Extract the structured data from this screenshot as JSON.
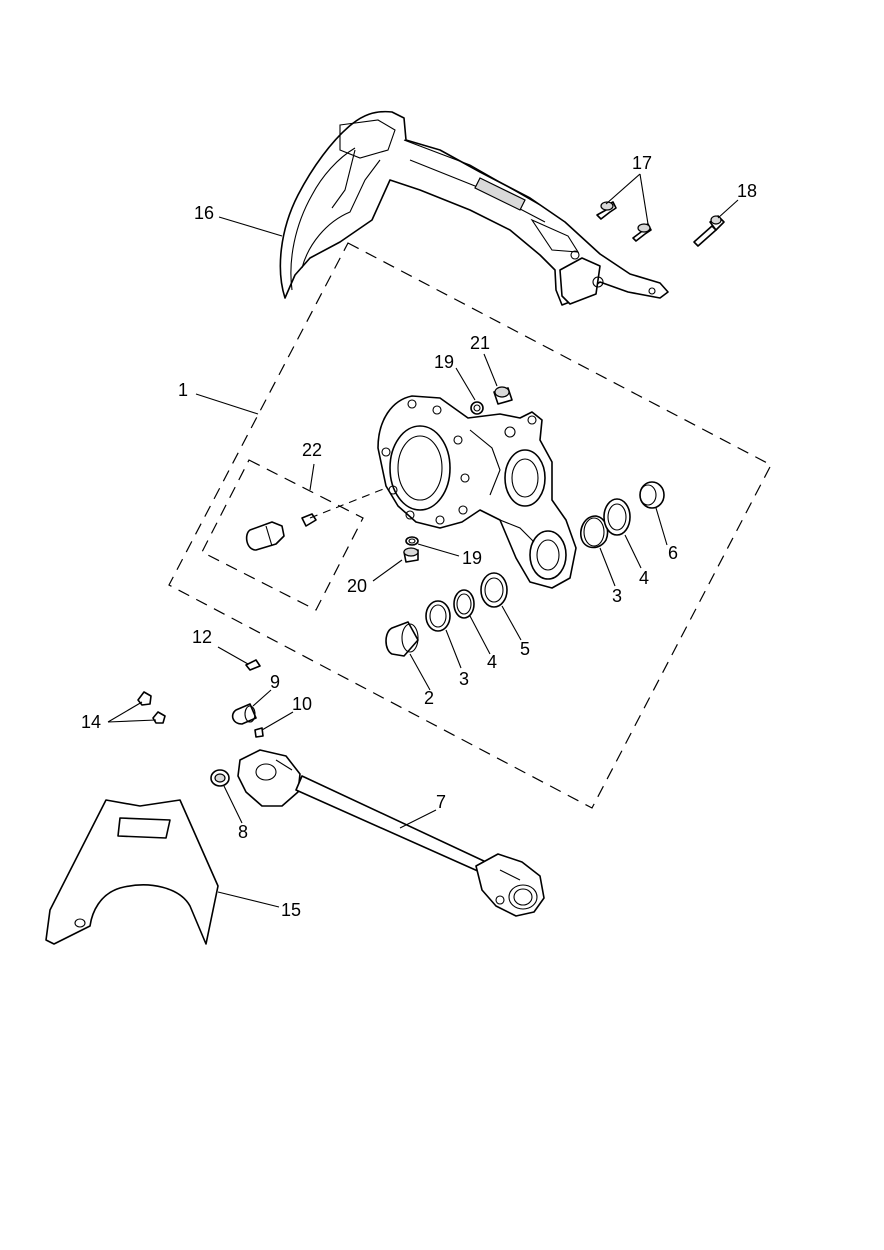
{
  "callouts": {
    "c1": "1",
    "c2": "2",
    "c3a": "3",
    "c3b": "3",
    "c4a": "4",
    "c4b": "4",
    "c5": "5",
    "c6": "6",
    "c7": "7",
    "c8": "8",
    "c9": "9",
    "c10": "10",
    "c12": "12",
    "c14": "14",
    "c15": "15",
    "c16": "16",
    "c17": "17",
    "c18": "18",
    "c19a": "19",
    "c19b": "19",
    "c20": "20",
    "c21": "21",
    "c22": "22"
  }
}
